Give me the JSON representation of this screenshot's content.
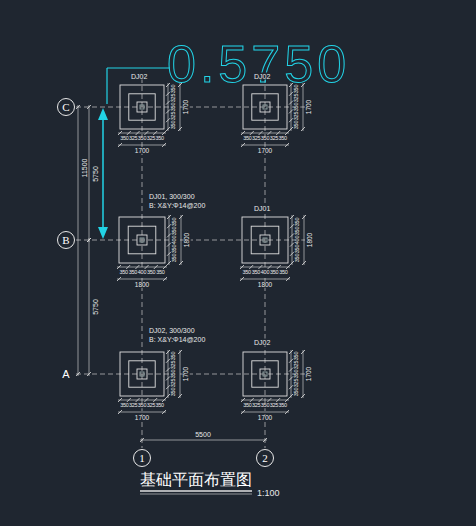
{
  "diagram": {
    "title": "基础平面布置图",
    "nodes": [
      {
        "text": [
          "C"
        ]
      },
      {
        "text": [
          "B"
        ]
      },
      {
        "text": [
          "1"
        ]
      },
      {
        "text": [
          "2"
        ]
      }
    ],
    "labels": [
      "0.5750",
      "DJ02",
      "DJ02",
      "DJ01, 300/300",
      "B: X&Y:Φ14@200",
      "DJ01",
      "DJ02, 300/300",
      "B: X&Y:Φ14@200",
      "DJ02",
      "5750",
      "5750",
      "11500",
      "5500",
      "1:100",
      "A",
      "350",
      "325",
      "350",
      "325",
      "350",
      "1700",
      "1700",
      "350",
      "325",
      "350",
      "325",
      "350",
      "350",
      "325",
      "350",
      "325",
      "350",
      "1700",
      "1700",
      "350",
      "325",
      "350",
      "325",
      "350",
      "350",
      "350",
      "400",
      "350",
      "350",
      "1800",
      "1800",
      "350",
      "350",
      "400",
      "350",
      "350",
      "350",
      "350",
      "400",
      "350",
      "350",
      "1800",
      "1800",
      "350",
      "350",
      "400",
      "350",
      "350",
      "350",
      "325",
      "350",
      "325",
      "350",
      "1700",
      "1700",
      "350",
      "325",
      "350",
      "325",
      "350",
      "350",
      "325",
      "350",
      "325",
      "350",
      "1700",
      "1700",
      "350",
      "325",
      "350",
      "325",
      "350"
    ]
  }
}
